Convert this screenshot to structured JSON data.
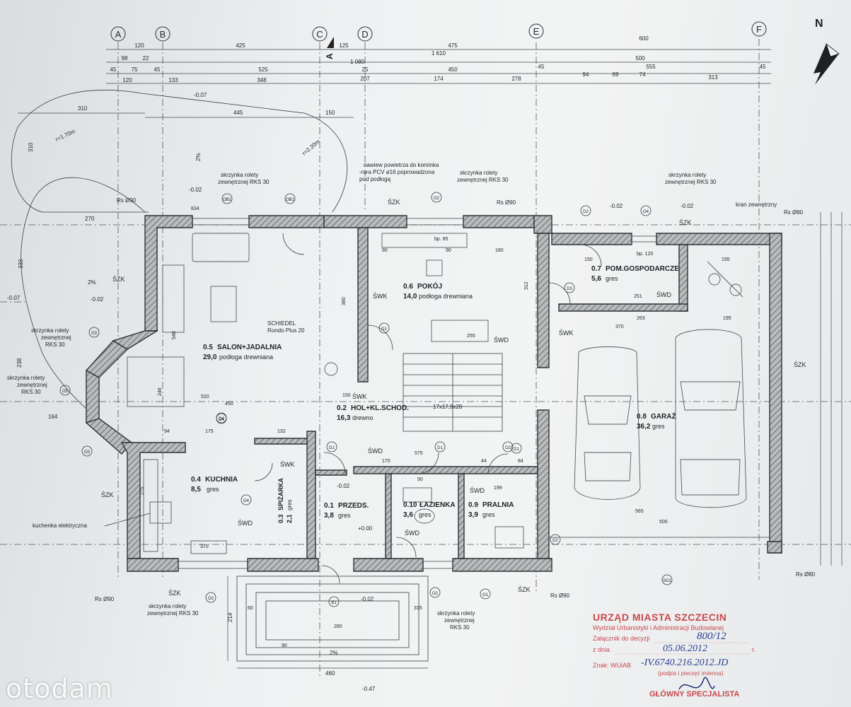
{
  "axes": [
    "A",
    "B",
    "C",
    "D",
    "E",
    "F"
  ],
  "north": "N",
  "section_mark": "A",
  "dims_top": {
    "row1": [
      "120",
      "425",
      "125",
      "475",
      "600"
    ],
    "row2": [
      "98",
      "22",
      "1 610"
    ],
    "row3": [
      "1 080",
      "500"
    ],
    "row4": [
      "45",
      "75",
      "45",
      "525",
      "25",
      "450",
      "45",
      "555",
      "45"
    ],
    "row5": [
      "120",
      "133",
      "348",
      "207",
      "174",
      "278",
      "94",
      "69",
      "74",
      "313"
    ]
  },
  "levels": [
    "-0.07",
    "-0.02",
    "-0.07",
    "-0.02",
    "-0.02",
    "-0.02",
    "-0.02",
    "+0.00",
    "-0.02",
    "-0.47"
  ],
  "terrace_dims": [
    "310",
    "445",
    "150",
    "r=1.70m",
    "r=2.20m",
    "310",
    "270",
    "333",
    "238",
    "164"
  ],
  "rooms": [
    {
      "no": "0.5",
      "name": "SALON+JADALNIA",
      "area": "29,0",
      "floor": "podłoga drewniana"
    },
    {
      "no": "0.6",
      "name": "POKÓJ",
      "area": "14,0",
      "floor": "podłoga drewniana"
    },
    {
      "no": "0.7",
      "name": "POM.GOSPODARCZE",
      "area": "5,6",
      "floor": "gres"
    },
    {
      "no": "0.8",
      "name": "GARAŻ",
      "area": "36,2",
      "floor": "gres"
    },
    {
      "no": "0.2",
      "name": "HOL+KL.SCHOD.",
      "area": "16,3",
      "floor": "drewno"
    },
    {
      "no": "0.4",
      "name": "KUCHNIA",
      "area": "8,5",
      "floor": "gres"
    },
    {
      "no": "0.3",
      "name": "SPIŻARKA",
      "area": "2,1",
      "floor": "gres"
    },
    {
      "no": "0.1",
      "name": "PRZEDS.",
      "area": "3,8",
      "floor": "gres"
    },
    {
      "no": "0.10",
      "name": "ŁAZIENKA",
      "area": "3,6",
      "floor": "gres"
    },
    {
      "no": "0.9",
      "name": "PRALNIA",
      "area": "3,9",
      "floor": "gres"
    }
  ],
  "labels": {
    "shutter": "skrzynka rolety",
    "shutter2": "zewnętrznej RKS 30",
    "shutter3": "zewnętrznej",
    "rks": "RKS 30",
    "szk": "ŚZK",
    "swk": "ŚWK",
    "swd": "ŚWD",
    "rs90": "Rs Ø90",
    "rs80": "Rs Ø80",
    "schiedel": "SCHIEDEL",
    "schiedel2": "Rondo Plus 20",
    "fresh_air1": "nawiew powietrza do kominka",
    "fresh_air2": "-rura PCV ø16 poprowadzona",
    "fresh_air3": "pod podłogą",
    "tap": "kran zewnętrzny",
    "stove": "kuchenka elektryczna",
    "stairs": "17x17,9x28",
    "bp85": "bp. 85",
    "bp120": "bp. 120",
    "pct": "2%"
  },
  "interior_dims": [
    "834",
    "90",
    "90",
    "180",
    "150",
    "312",
    "370",
    "263",
    "195",
    "251",
    "195",
    "548",
    "520",
    "450",
    "175",
    "132",
    "94",
    "246",
    "575",
    "170",
    "199",
    "44",
    "84",
    "90",
    "565",
    "500",
    "370",
    "150",
    "255",
    "380",
    "275",
    "460",
    "214",
    "60",
    "90",
    "280",
    "315"
  ],
  "doors_windows": [
    "OB1",
    "OB1",
    "O2",
    "O4",
    "O4",
    "D2",
    "D3",
    "O3",
    "O5",
    "O3",
    "O4",
    "D1",
    "D1",
    "D2",
    "D1",
    "O2",
    "D1",
    "O2",
    "O1",
    "O2",
    "D4",
    "SG1",
    "B1"
  ],
  "stamp": {
    "office": "URZĄD MIASTA SZCZECIN",
    "dept": "Wydział Urbanistyki i Administracji Budowlanej",
    "annex": "Załącznik do decyzji",
    "decision_no": "800/12",
    "date_label": "z dnia",
    "date": "05.06.2012",
    "date_suffix": "r.",
    "mark": "Znak: WUiAB",
    "mark_no": "-IV.6740.216.2012.JD",
    "sign": "(podpis i pieczęć imienna)",
    "role": "GŁÓWNY SPECJALISTA"
  },
  "watermark": "otodam",
  "colors": {
    "paper": "#eef0f1",
    "ink": "#2a2d33",
    "stamp": "#c8494d",
    "pen": "#2a3f8f"
  }
}
